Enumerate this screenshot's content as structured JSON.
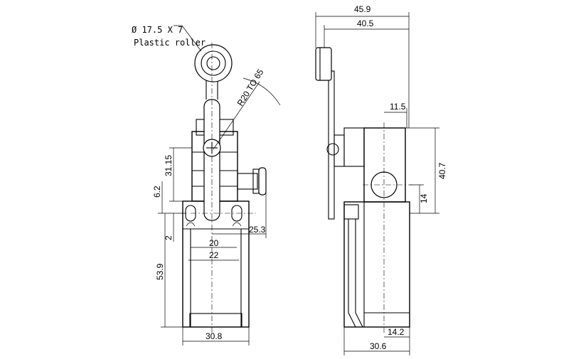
{
  "drawing": {
    "labels": {
      "roller": "Ø 17.5 X 7",
      "roller_note": "Plastic roller",
      "radius": "R20 TO 65"
    },
    "front_dims": {
      "d31_15": "31.15",
      "d6_2": "6.2",
      "d2": "2",
      "d53_9": "53.9",
      "d20": "20",
      "d22": "22",
      "d25_3": "25.3",
      "d30_8": "30.8"
    },
    "side_dims": {
      "d45_9": "45.9",
      "d40_5": "40.5",
      "d11_5": "11.5",
      "d40_7": "40.7",
      "d14": "14",
      "d14_2": "14.2",
      "d30_6": "30.6"
    }
  }
}
